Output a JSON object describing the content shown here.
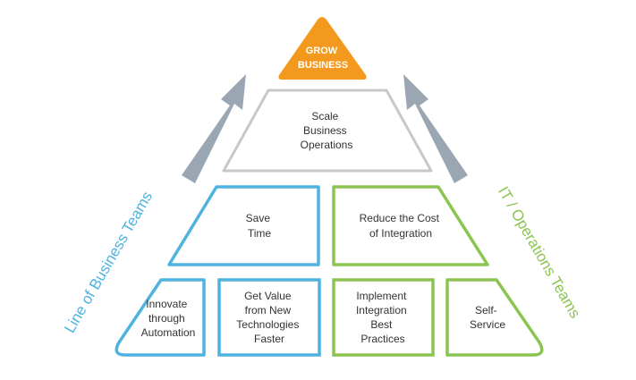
{
  "colors": {
    "orange": "#f39a1e",
    "gray": "#c8c8c8",
    "arrow": "#9aa7b3",
    "blue": "#4fb3e0",
    "green": "#8cc452",
    "text": "#333333"
  },
  "top": {
    "lines": [
      "GROW",
      "BUSINESS"
    ]
  },
  "tier1": {
    "lines": [
      "Scale",
      "Business",
      "Operations"
    ]
  },
  "tier2": {
    "left": {
      "lines": [
        "Save",
        "Time"
      ]
    },
    "right": {
      "lines": [
        "Reduce the Cost",
        "of Integration"
      ]
    }
  },
  "tier3": {
    "b1": {
      "lines": [
        "Innovate",
        "through",
        "Automation"
      ]
    },
    "b2": {
      "lines": [
        "Get Value",
        "from New",
        "Technologies",
        "Faster"
      ]
    },
    "b3": {
      "lines": [
        "Implement",
        "Integration",
        "Best",
        "Practices"
      ]
    },
    "b4": {
      "lines": [
        "Self-",
        "Service"
      ]
    }
  },
  "side_labels": {
    "left": "Line of Business Teams",
    "right": "IT / Operations Teams"
  }
}
